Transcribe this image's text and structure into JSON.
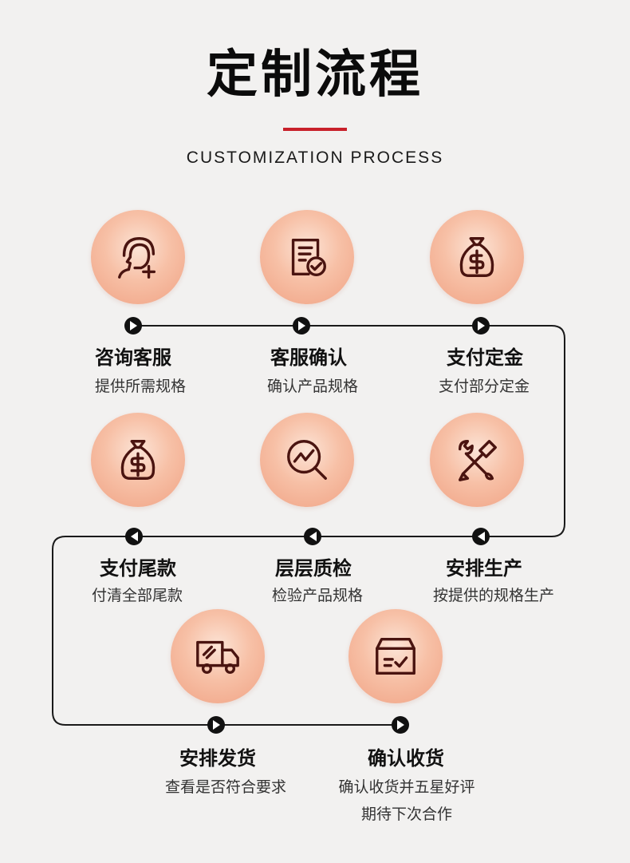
{
  "header": {
    "title": "定制流程",
    "subtitle": "CUSTOMIZATION  PROCESS"
  },
  "colors": {
    "accent": "#c8202a",
    "icon_stroke": "#4a1410",
    "circle_light": "#fce4d6",
    "circle_dark": "#f0a284"
  },
  "steps": [
    {
      "title": "咨询客服",
      "desc": "提供所需规格",
      "desc2": "",
      "icon": "customer-service-icon"
    },
    {
      "title": "客服确认",
      "desc": "确认产品规格",
      "desc2": "",
      "icon": "checked-document-icon"
    },
    {
      "title": "支付定金",
      "desc": "支付部分定金",
      "desc2": "",
      "icon": "money-bag-icon"
    },
    {
      "title": "支付尾款",
      "desc": "付清全部尾款",
      "desc2": "",
      "icon": "money-bag-icon"
    },
    {
      "title": "层层质检",
      "desc": "检验产品规格",
      "desc2": "",
      "icon": "magnifier-chart-icon"
    },
    {
      "title": "安排生产",
      "desc": "按提供的规格生产",
      "desc2": "",
      "icon": "tools-icon"
    },
    {
      "title": "安排发货",
      "desc": "查看是否符合要求",
      "desc2": "",
      "icon": "truck-icon"
    },
    {
      "title": "确认收货",
      "desc": "确认收货并五星好评",
      "desc2": "期待下次合作",
      "icon": "package-box-icon"
    }
  ]
}
